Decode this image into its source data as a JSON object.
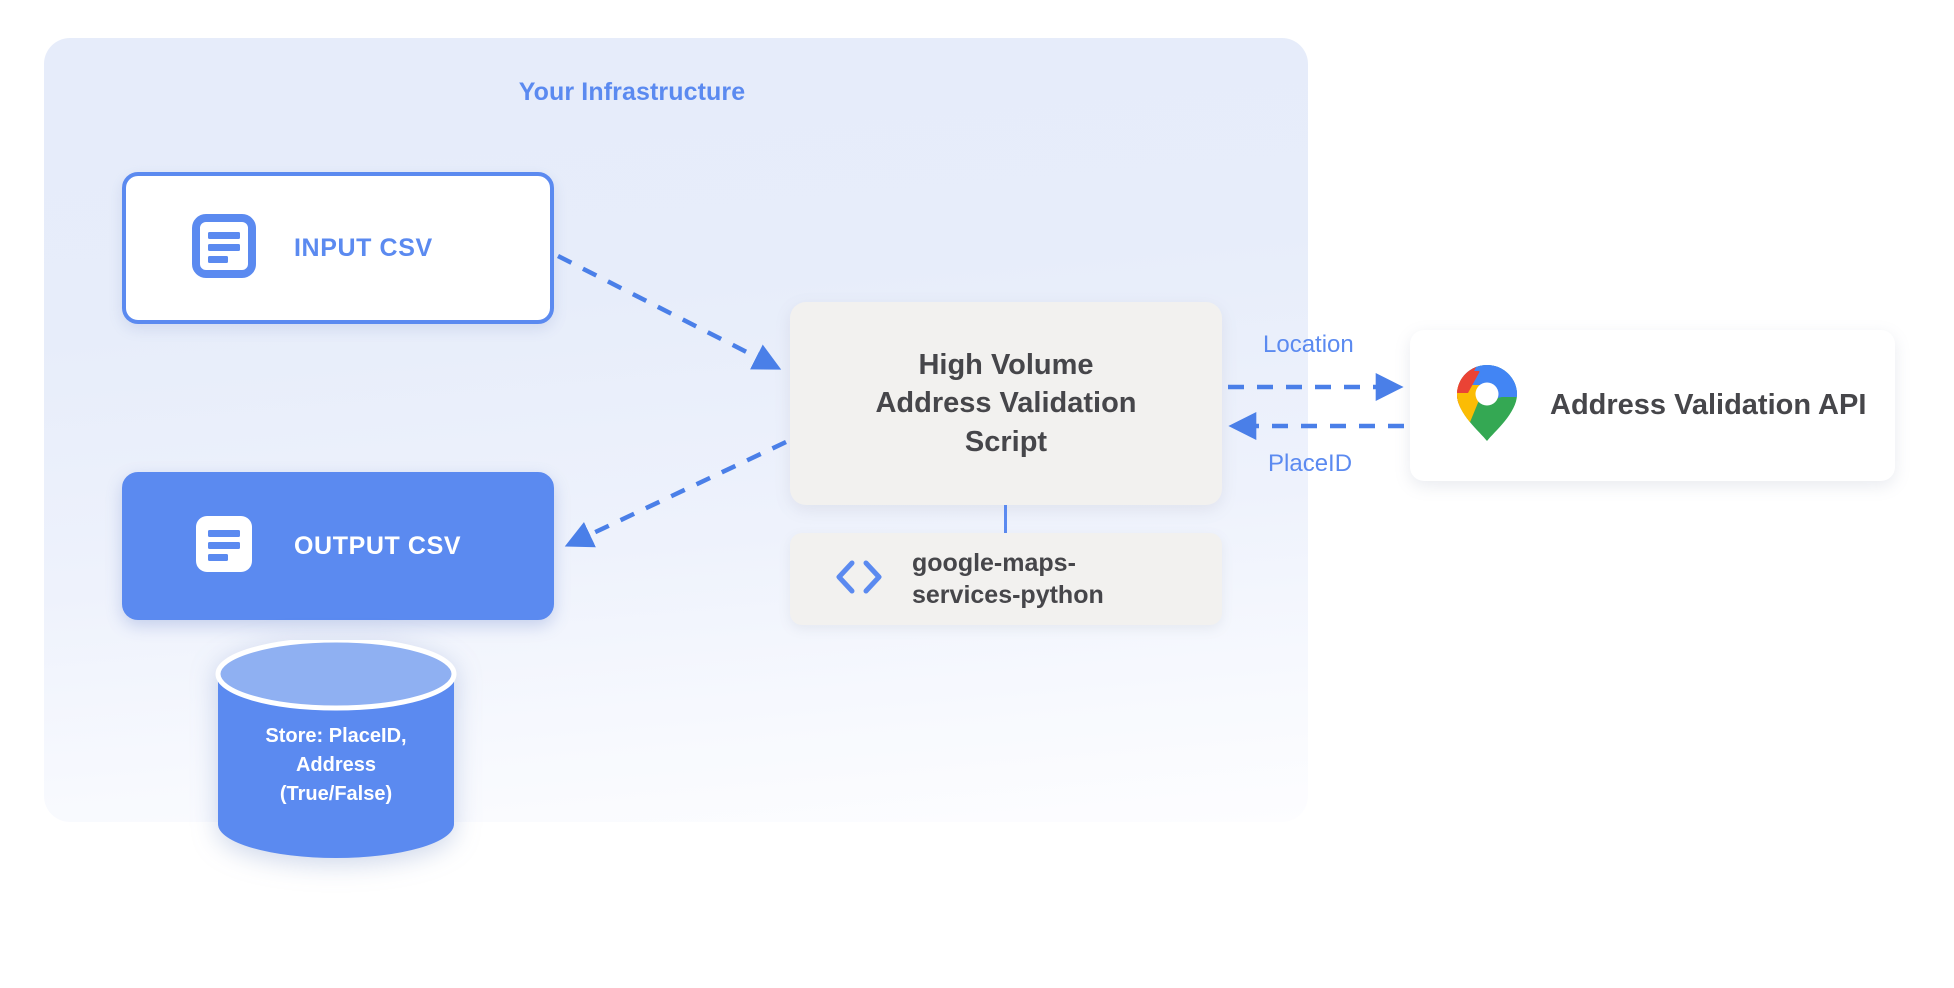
{
  "panel": {
    "title": "Your Infrastructure",
    "accent_color": "#5b8af0",
    "background_color": "#e6ecfa"
  },
  "nodes": {
    "input_csv": {
      "label": "INPUT CSV",
      "icon": "document-icon",
      "fill": "#ffffff",
      "border": "#5b8af0",
      "text_color": "#5b8af0"
    },
    "output_csv": {
      "label": "OUTPUT CSV",
      "icon": "document-icon",
      "fill": "#5b8af0",
      "text_color": "#ffffff"
    },
    "script": {
      "line1": "High Volume",
      "line2": "Address Validation",
      "line3": "Script",
      "fill": "#f2f1ef",
      "text_color": "#46464a"
    },
    "library": {
      "line1": "google-maps-",
      "line2": "services-python",
      "icon": "code-brackets-icon",
      "fill": "#f2f1ef",
      "text_color": "#46464a"
    },
    "api": {
      "label": "Address Validation API",
      "icon": "google-maps-pin-icon",
      "fill": "#ffffff",
      "text_color": "#46464a"
    },
    "database": {
      "line1": "Store: PlaceID,",
      "line2": "Address",
      "line3": "(True/False)",
      "body_color": "#5b8af0",
      "top_color": "#8fb0f2",
      "text_color": "#ffffff"
    }
  },
  "edges": {
    "location_label": "Location",
    "placeid_label": "PlaceID",
    "stroke_color": "#4a7fe8"
  }
}
